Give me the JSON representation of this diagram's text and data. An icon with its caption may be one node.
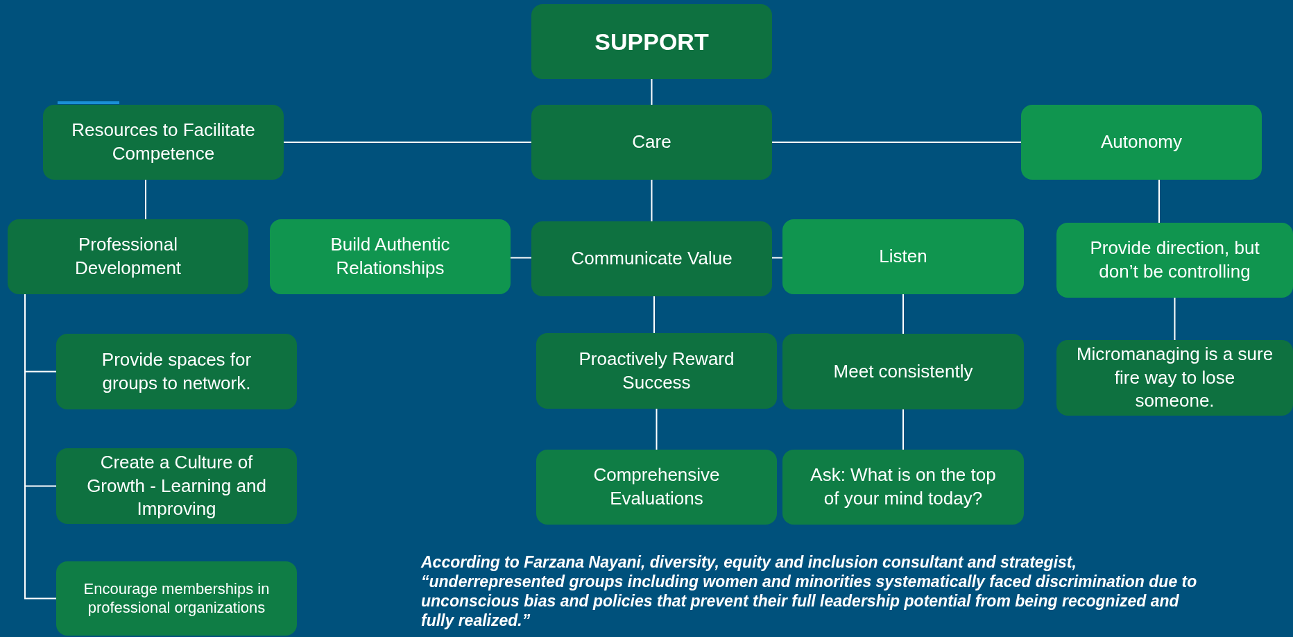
{
  "diagram": {
    "nodes": [
      {
        "text": [
          "SUPPORT"
        ]
      },
      {
        "text": [
          "Resources to Facilitate Competence"
        ]
      },
      {
        "text": [
          "Care"
        ]
      },
      {
        "text": [
          "Autonomy"
        ]
      },
      {
        "text": [
          "Professional Development"
        ]
      },
      {
        "text": [
          "Build Authentic Relationships"
        ]
      },
      {
        "text": [
          "Communicate Value"
        ]
      },
      {
        "text": [
          "Listen"
        ]
      },
      {
        "text": [
          "Provide direction, but don’t be controlling"
        ]
      },
      {
        "text": [
          "Provide spaces for groups to network."
        ]
      },
      {
        "text": [
          "Proactively Reward Success"
        ]
      },
      {
        "text": [
          "Meet consistently"
        ]
      },
      {
        "text": [
          "Micromanaging is a sure fire way to lose someone."
        ]
      },
      {
        "text": [
          "Create a Culture of Growth - Learning and Improving"
        ]
      },
      {
        "text": [
          "Comprehensive Evaluations"
        ]
      },
      {
        "text": [
          "Ask: What is on the top of your mind today?"
        ]
      },
      {
        "text": [
          "Encourage memberships in professional organizations"
        ]
      }
    ],
    "edges": [
      {
        "from": 0,
        "to": 2,
        "arrow": "none"
      },
      {
        "from": 1,
        "to": 2,
        "arrow": "none"
      },
      {
        "from": 2,
        "to": 3,
        "arrow": "none"
      },
      {
        "from": 1,
        "to": 4,
        "arrow": "none"
      },
      {
        "from": 2,
        "to": 6,
        "arrow": "none"
      },
      {
        "from": 5,
        "to": 6,
        "arrow": "none"
      },
      {
        "from": 6,
        "to": 7,
        "arrow": "none"
      },
      {
        "from": 3,
        "to": 8,
        "arrow": "none"
      },
      {
        "from": 4,
        "to": 9,
        "arrow": "none"
      },
      {
        "from": 4,
        "to": 13,
        "arrow": "none"
      },
      {
        "from": 4,
        "to": 16,
        "arrow": "none"
      },
      {
        "from": 6,
        "to": 10,
        "arrow": "none"
      },
      {
        "from": 10,
        "to": 14,
        "arrow": "none"
      },
      {
        "from": 7,
        "to": 11,
        "arrow": "none"
      },
      {
        "from": 11,
        "to": 15,
        "arrow": "none"
      },
      {
        "from": 8,
        "to": 12,
        "arrow": "none"
      }
    ],
    "labels": [
      "According to Farzana Nayani, diversity, equity and inclusion consultant and strategist, “underrepresented groups including women and minorities systematically faced discrimination due to unconscious bias and policies that prevent their full leadership potential from being recognized and fully realized.”"
    ]
  }
}
